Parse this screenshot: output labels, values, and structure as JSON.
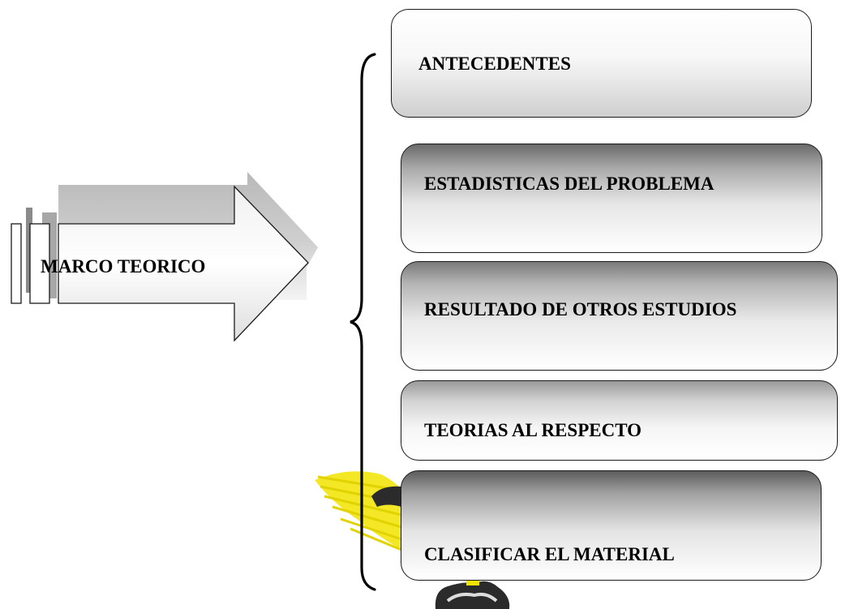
{
  "diagram": {
    "source_label": "MARCO TEORICO",
    "items": [
      {
        "label": "ANTECEDENTES"
      },
      {
        "label": "ESTADISTICAS DEL PROBLEMA"
      },
      {
        "label": "RESULTADO DE OTROS ESTUDIOS"
      },
      {
        "label": "TEORIAS AL RESPECTO"
      },
      {
        "label": "CLASIFICAR EL MATERIAL"
      }
    ]
  },
  "colors": {
    "stroke": "#1a1a1a",
    "emblem_yellow": "#f2e400",
    "emblem_dark": "#2b2b2b"
  },
  "icons": {
    "brace": "left-curly-brace-icon",
    "arrow": "right-block-arrow-icon",
    "emblem": "caduceus-wing-watermark"
  }
}
